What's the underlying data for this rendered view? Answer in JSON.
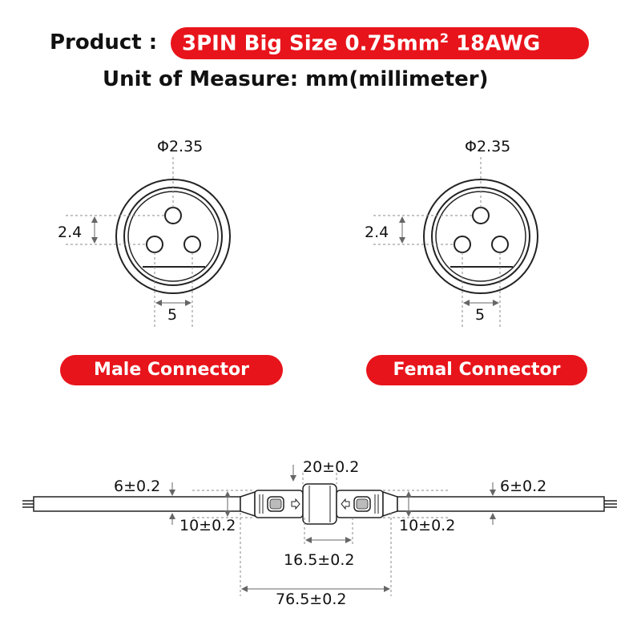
{
  "header": {
    "product_label": "Product :",
    "product_spec_main": "3PIN Big Size  0.75mm",
    "product_spec_sup": "2",
    "product_spec_tail": " 18AWG",
    "unit_line": "Unit of Measure:  mm(millimeter)"
  },
  "male": {
    "pin_diameter": "Φ2.35",
    "vertical_spacing": "2.4",
    "horizontal_spacing": "5",
    "label": "Male Connector"
  },
  "female": {
    "pin_diameter": "Φ2.35",
    "vertical_spacing": "2.4",
    "horizontal_spacing": "5",
    "label": "Femal Connector"
  },
  "cable": {
    "top_center": "20±0.2",
    "left_wire": "6±0.2",
    "right_wire": "6±0.2",
    "left_body": "10±0.2",
    "right_body": "10±0.2",
    "middle": "16.5±0.2",
    "total": "76.5±0.2"
  },
  "colors": {
    "accent": "#e8141b",
    "line": "#222222",
    "dim_line": "#888888"
  }
}
